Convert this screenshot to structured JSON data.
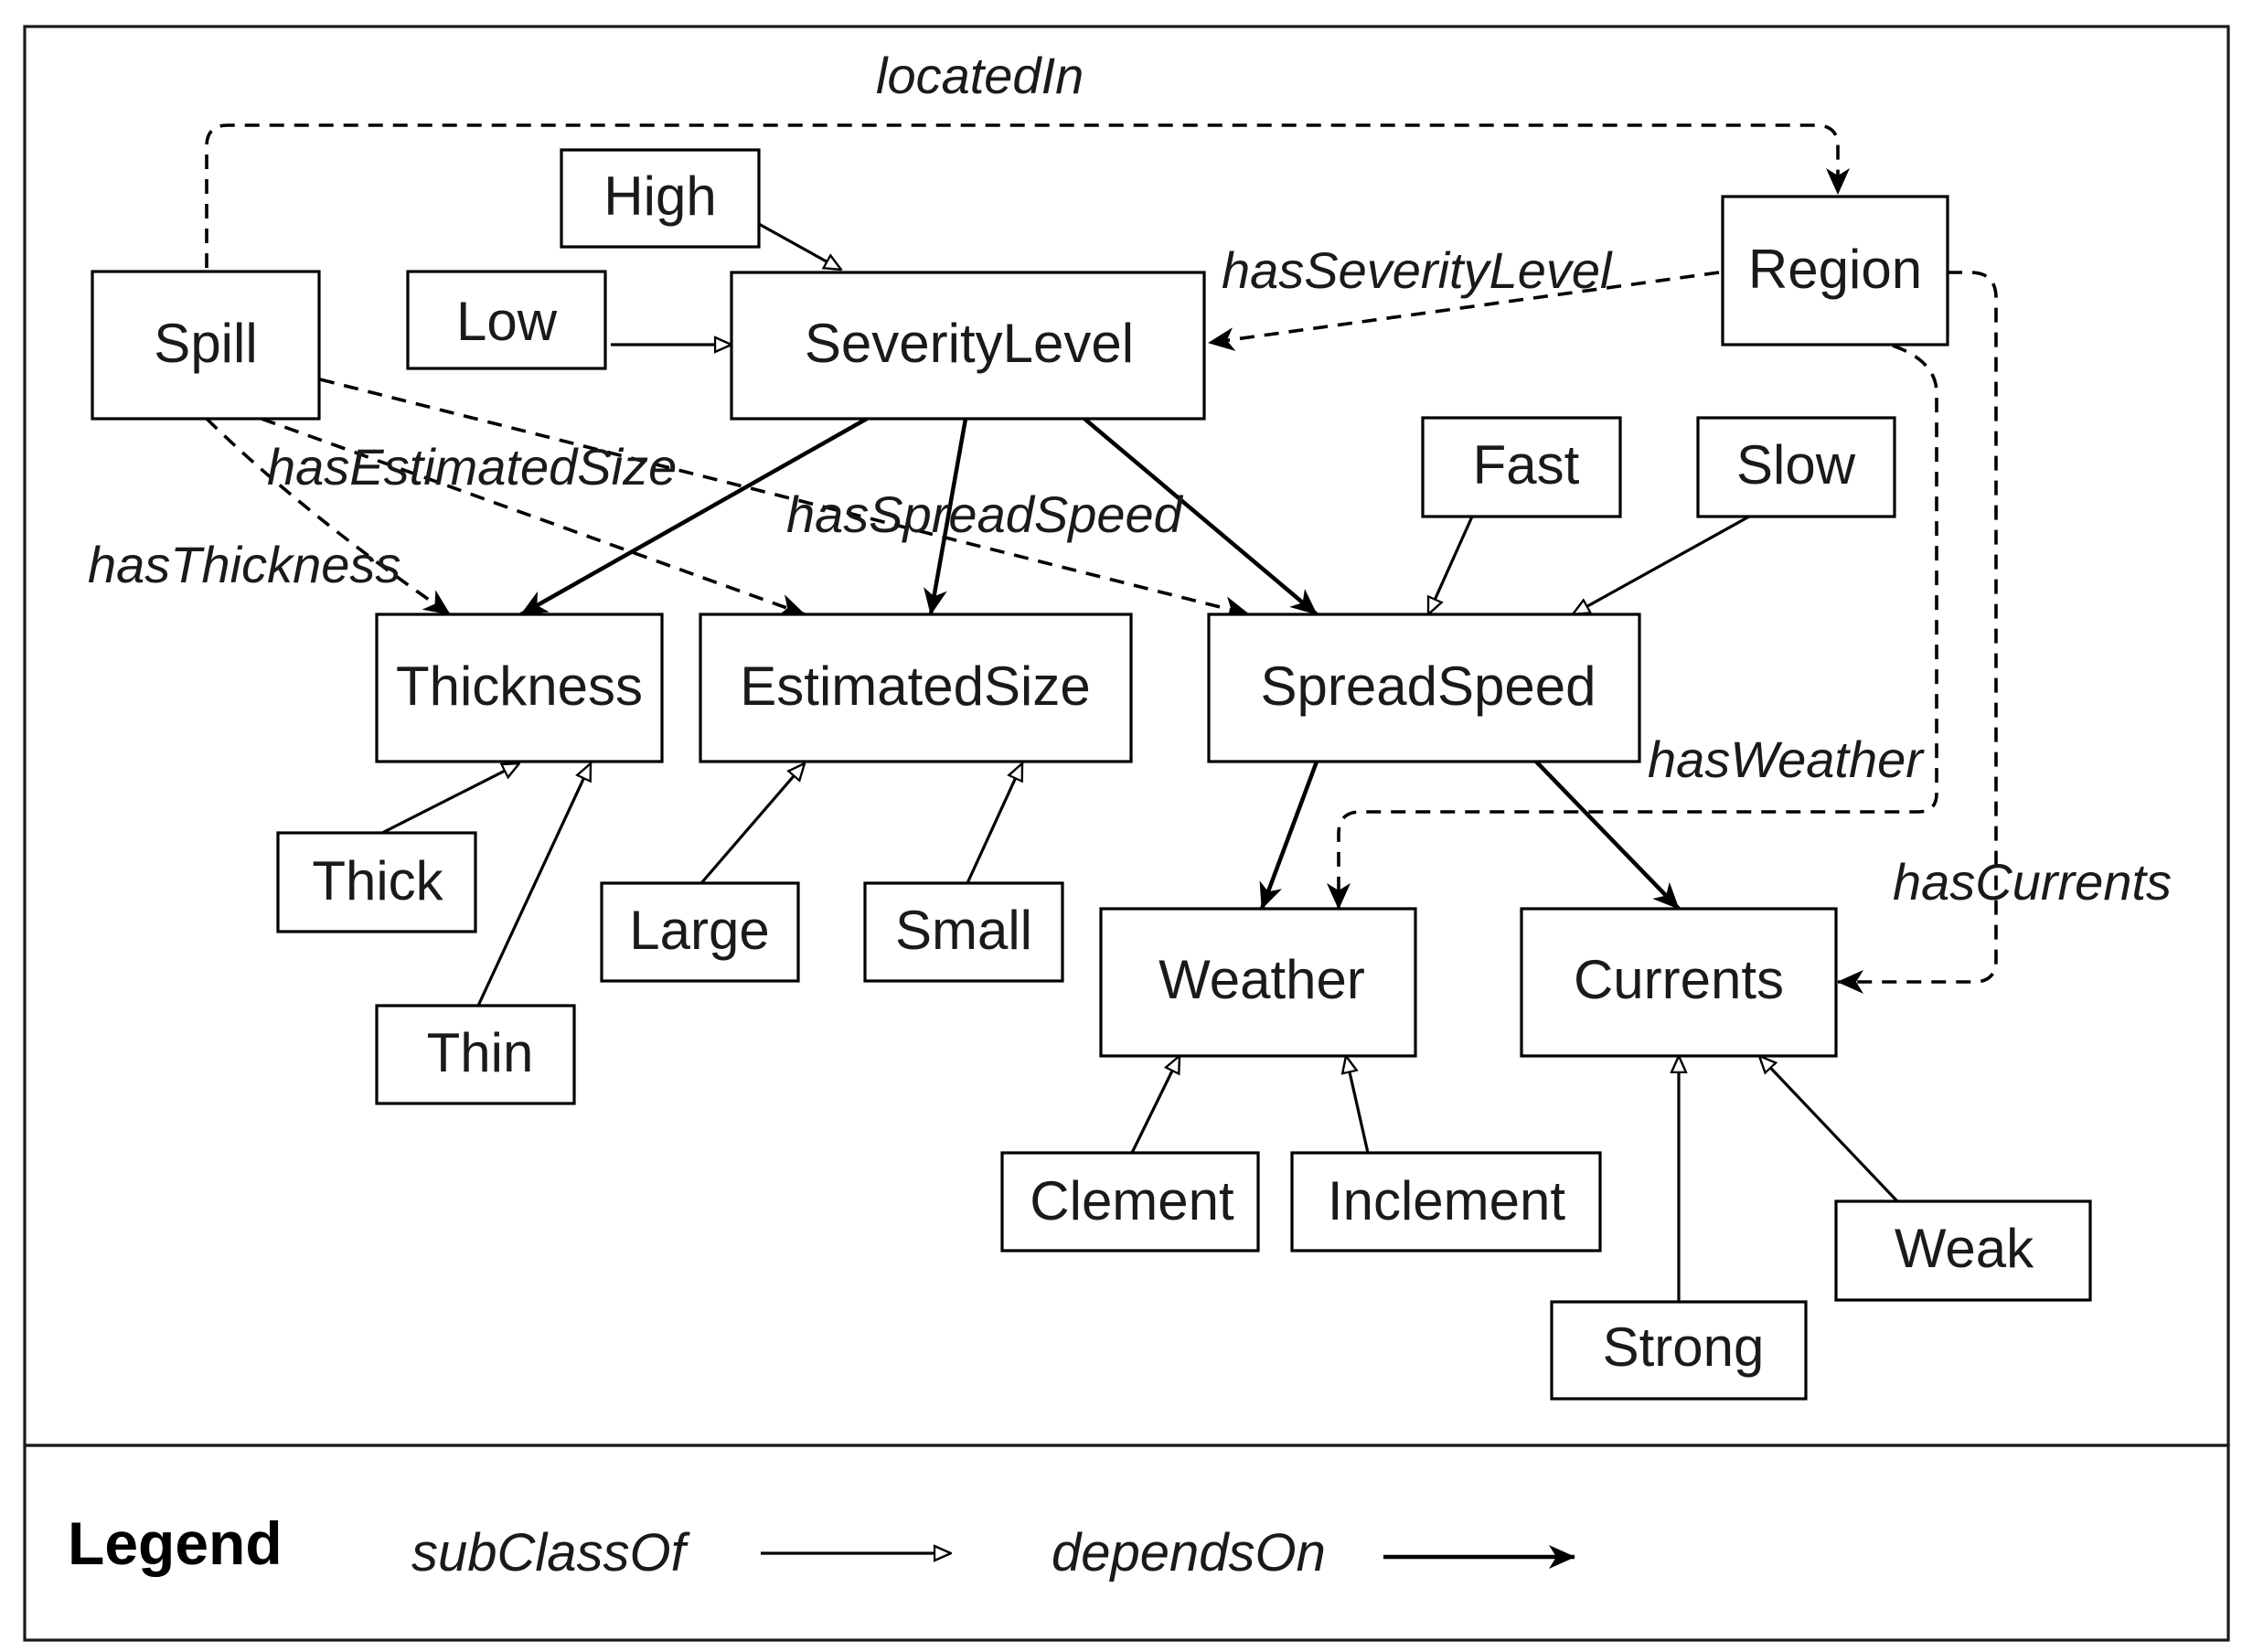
{
  "nodes": {
    "spill": "Spill",
    "high": "High",
    "low": "Low",
    "severity_level": "SeverityLevel",
    "region": "Region",
    "fast": "Fast",
    "slow": "Slow",
    "thickness": "Thickness",
    "estimated_size": "EstimatedSize",
    "spread_speed": "SpreadSpeed",
    "thick": "Thick",
    "thin": "Thin",
    "large": "Large",
    "small": "Small",
    "weather": "Weather",
    "currents": "Currents",
    "clement": "Clement",
    "inclement": "Inclement",
    "strong": "Strong",
    "weak": "Weak"
  },
  "edge_labels": {
    "located_in": "locatedIn",
    "has_severity_level": "hasSeverityLevel",
    "has_estimated_size": "hasEstimatedSize",
    "has_spread_speed": "hasSpreadSpeed",
    "has_thickness": "hasThickness",
    "has_weather": "hasWeather",
    "has_currents": "hasCurrents"
  },
  "legend": {
    "title": "Legend",
    "subclass_of": "subClassOf",
    "depends_on": "dependsOn"
  }
}
